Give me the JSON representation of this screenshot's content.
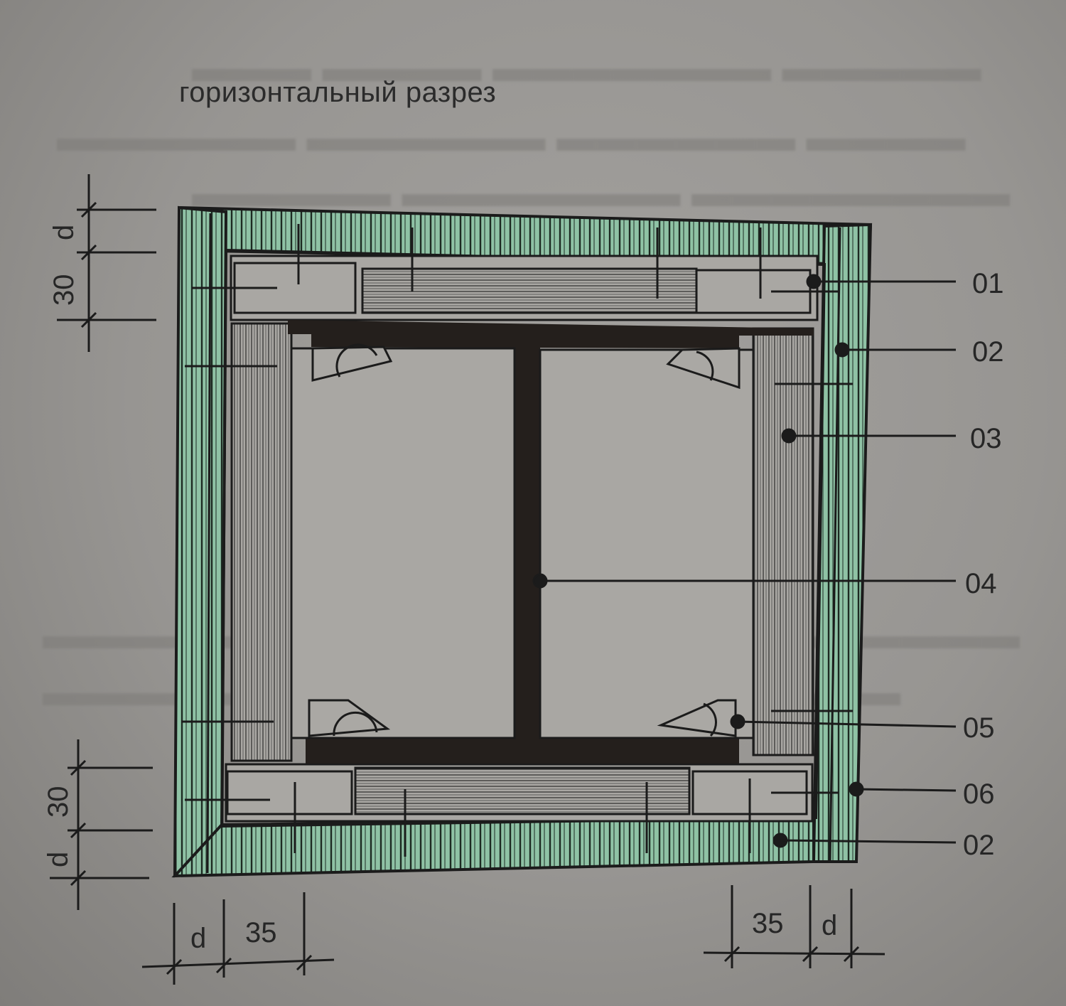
{
  "caption": "горизонтальный разрез",
  "callouts": [
    "01",
    "02",
    "03",
    "04",
    "05",
    "06",
    "02"
  ],
  "dims": {
    "top_d": "d",
    "top_30": "30",
    "bottom_30": "30",
    "bottom_d": "d",
    "left_d": "d",
    "left_35": "35",
    "right_35": "35",
    "right_d": "d"
  },
  "colors": {
    "cladding_green": "#8fc2a5",
    "steel": "#241f1c",
    "paper": "#979592"
  }
}
